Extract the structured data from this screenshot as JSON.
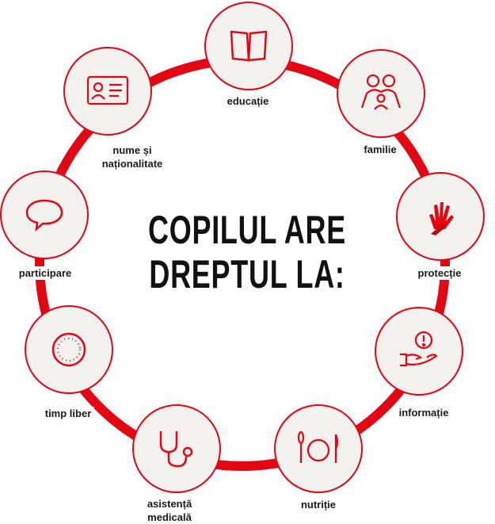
{
  "title": {
    "line1": "COPILUL ARE",
    "line2": "DREPTUL LA:"
  },
  "accent_color": "#e30613",
  "rights": [
    {
      "label": "educație",
      "icon": "book-icon"
    },
    {
      "label": "familie",
      "icon": "family-icon"
    },
    {
      "label": "protecție",
      "icon": "hands-icon"
    },
    {
      "label": "informație",
      "icon": "info-hand-icon"
    },
    {
      "label": "nutriție",
      "icon": "plate-cutlery-icon"
    },
    {
      "label": "asistență",
      "label2": "medicală",
      "icon": "stethoscope-icon"
    },
    {
      "label": "timp liber",
      "icon": "ball-icon"
    },
    {
      "label": "participare",
      "icon": "speech-bubble-icon"
    },
    {
      "label": "nume și",
      "label2": "naționalitate",
      "icon": "id-card-icon"
    }
  ]
}
